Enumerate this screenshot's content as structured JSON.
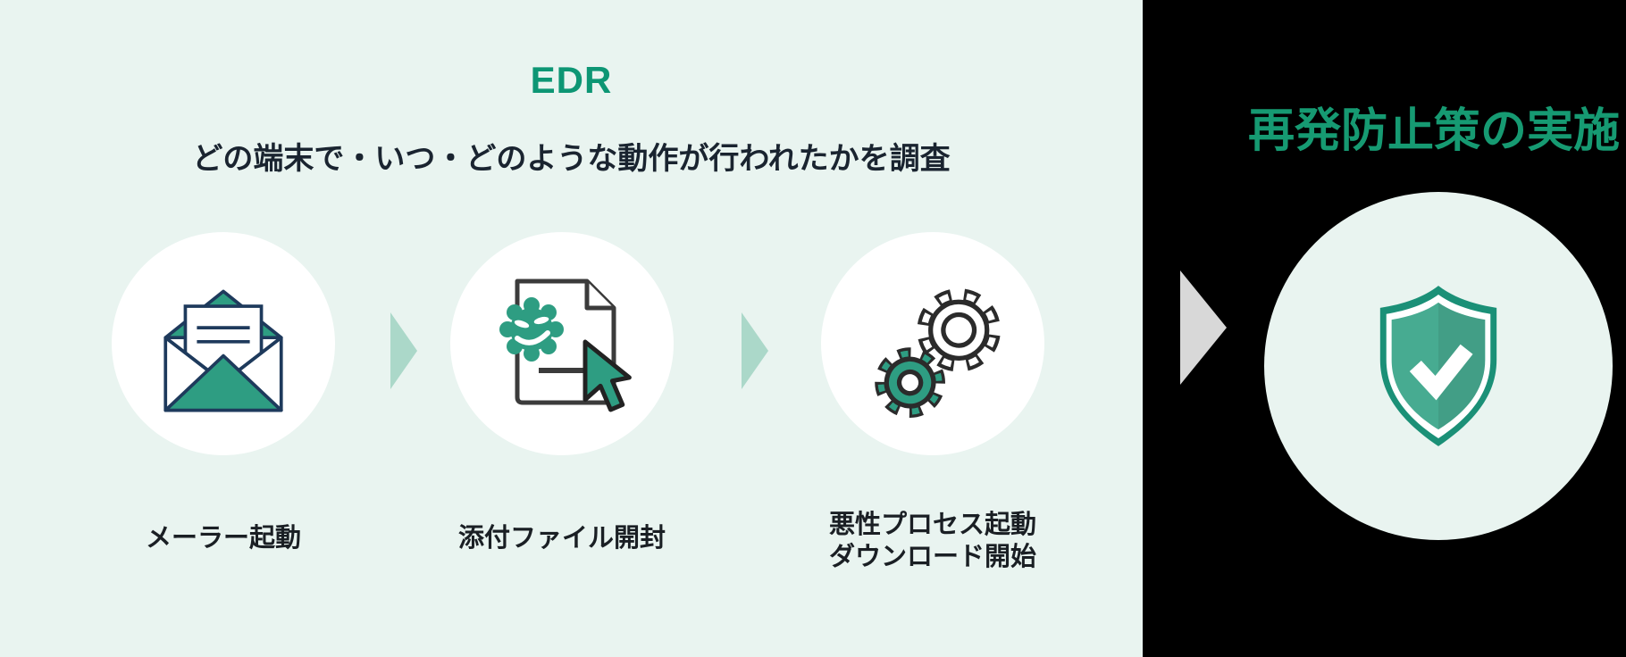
{
  "left_panel": {
    "title": "EDR",
    "subtitle": "どの端末で・いつ・どのような動作が行われたかを調査",
    "steps": [
      {
        "icon": "envelope-open-icon",
        "label": "メーラー起動"
      },
      {
        "icon": "infected-file-cursor-icon",
        "label": "添付ファイル開封"
      },
      {
        "icon": "gears-icon",
        "label": "悪性プロセス起動\nダウンロード開始"
      }
    ],
    "flow_arrow_icon": "right-chevron-arrow-icon"
  },
  "right_panel": {
    "title": "再発防止策の実施",
    "icon": "shield-check-icon",
    "arrow_icon": "right-arrow-icon"
  },
  "colors": {
    "panel_background": "#e9f4f0",
    "right_background": "#000000",
    "accent_teal": "#2e9d82",
    "title_green": "#0d9674",
    "right_title_green": "#169a72",
    "navy_outline": "#1e3a5c",
    "dark_outline": "#2b2b2b",
    "text_dark": "#1a1f24",
    "flow_arrow_teal": "#abd8c9",
    "gray_arrow": "#d8d8d8",
    "shield_border": "#1b9077",
    "shield_body": "#47ab91"
  }
}
